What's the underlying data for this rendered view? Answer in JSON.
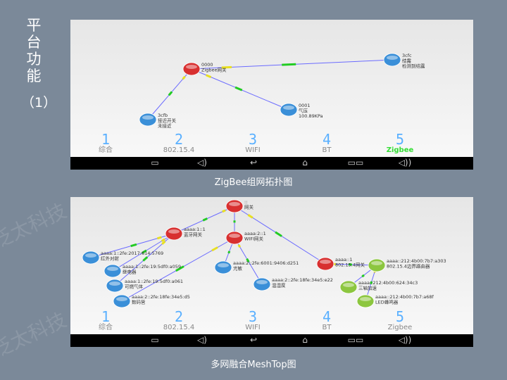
{
  "side_title": {
    "chars": [
      "平",
      "台",
      "功",
      "能"
    ],
    "sub": "（1）"
  },
  "watermark": "泛太科技",
  "tabs": [
    {
      "num": "1",
      "label": "综合"
    },
    {
      "num": "2",
      "label": "802.15.4"
    },
    {
      "num": "3",
      "label": "WIFI"
    },
    {
      "num": "4",
      "label": "BT"
    },
    {
      "num": "5",
      "label": "Zigbee"
    }
  ],
  "nav_icons": [
    "camera-icon",
    "volume-down-icon",
    "back-icon",
    "home-icon",
    "recent-apps-icon",
    "volume-up-icon"
  ],
  "colors": {
    "gateway": "#d83030",
    "node": "#3a8fd8",
    "router": "#8cc63f",
    "edge": "#6b6bff",
    "active_tab": "#33dd33"
  },
  "panel1": {
    "caption": "ZigBee组网拓扑图",
    "active_tab": 4,
    "nodes": [
      {
        "id": "gw",
        "type": "gateway",
        "lines": [
          "0000",
          "Zigbee网关"
        ]
      },
      {
        "id": "3cfc",
        "type": "node",
        "lines": [
          "3cfc",
          "结露",
          "检测到结露"
        ]
      },
      {
        "id": "0001",
        "type": "node",
        "lines": [
          "0001",
          "气压",
          "100.89KPa"
        ]
      },
      {
        "id": "3cfb",
        "type": "node",
        "lines": [
          "3cfb",
          "接近开关",
          "未接近"
        ]
      }
    ],
    "edges": [
      [
        "gw",
        "3cfc"
      ],
      [
        "gw",
        "0001"
      ],
      [
        "gw",
        "3cfb"
      ]
    ]
  },
  "panel2": {
    "caption": "多网融合MeshTop图",
    "active_tab": -1,
    "nodes": [
      {
        "id": "top",
        "type": "gateway",
        "lines": [
          "::",
          "网关"
        ]
      },
      {
        "id": "bt",
        "type": "gateway",
        "lines": [
          "aaaa:1::1",
          "蓝牙网关"
        ]
      },
      {
        "id": "wifi",
        "type": "gateway",
        "lines": [
          "aaaa:2::1",
          "WIFI网关"
        ]
      },
      {
        "id": "zb",
        "type": "gateway",
        "lines": [
          "aaaa::1",
          "802.15.4网关"
        ]
      },
      {
        "id": "br",
        "type": "router",
        "lines": [
          "aaaa::212:4b00:7b7:a303",
          "802.15.4边界路由器"
        ]
      },
      {
        "id": "acc",
        "type": "router",
        "lines": [
          "aaaa::212:4b00:624:34c3",
          "三轴加速"
        ]
      },
      {
        "id": "led",
        "type": "router",
        "lines": [
          "aaaa::212:4b00:7b7:a68f",
          "LED蜂鸣器"
        ]
      },
      {
        "id": "ir",
        "type": "node",
        "lines": [
          "aaaa:1::2fe:2017:614:5769",
          "红外对射"
        ]
      },
      {
        "id": "relay",
        "type": "node",
        "lines": [
          "aaaa:1::2fe:19:5df0:a059",
          "继电器"
        ]
      },
      {
        "id": "gas",
        "type": "node",
        "lines": [
          "aaaa:1::2fe:19:5df0:a061",
          "可燃气体"
        ]
      },
      {
        "id": "seg",
        "type": "node",
        "lines": [
          "aaaa:2::2fe:18fe:34e5:d5",
          "数码管"
        ]
      },
      {
        "id": "light",
        "type": "node",
        "lines": [
          "aaaa:2::2fe:6001:9406:d251",
          "光敏"
        ]
      },
      {
        "id": "th",
        "type": "node",
        "lines": [
          "aaaa:2::2fe:18fe:34e5:e22",
          "温湿度"
        ]
      }
    ],
    "edges": [
      [
        "top",
        "bt"
      ],
      [
        "top",
        "wifi"
      ],
      [
        "top",
        "zb"
      ],
      [
        "bt",
        "ir"
      ],
      [
        "bt",
        "relay"
      ],
      [
        "bt",
        "gas"
      ],
      [
        "wifi",
        "seg"
      ],
      [
        "wifi",
        "light"
      ],
      [
        "wifi",
        "th"
      ],
      [
        "zb",
        "br"
      ],
      [
        "br",
        "acc"
      ],
      [
        "br",
        "led"
      ]
    ]
  }
}
